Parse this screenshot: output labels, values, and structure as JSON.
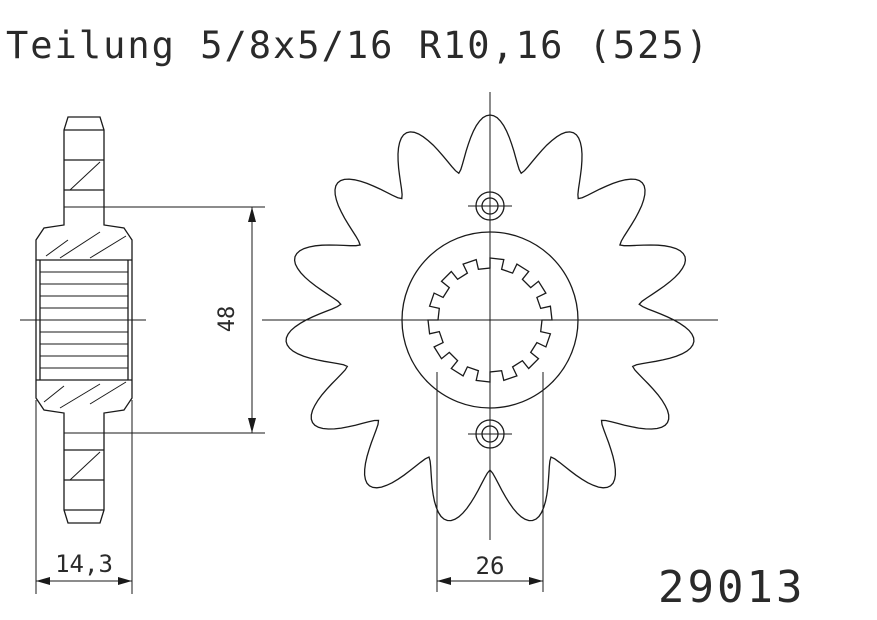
{
  "header": {
    "pitch_spec": "Teilung 5/8x5/16 R10,16 (525)"
  },
  "dimensions": {
    "hub_height": "48",
    "width": "14,3",
    "spline_diameter": "26"
  },
  "part_number": "29013"
}
